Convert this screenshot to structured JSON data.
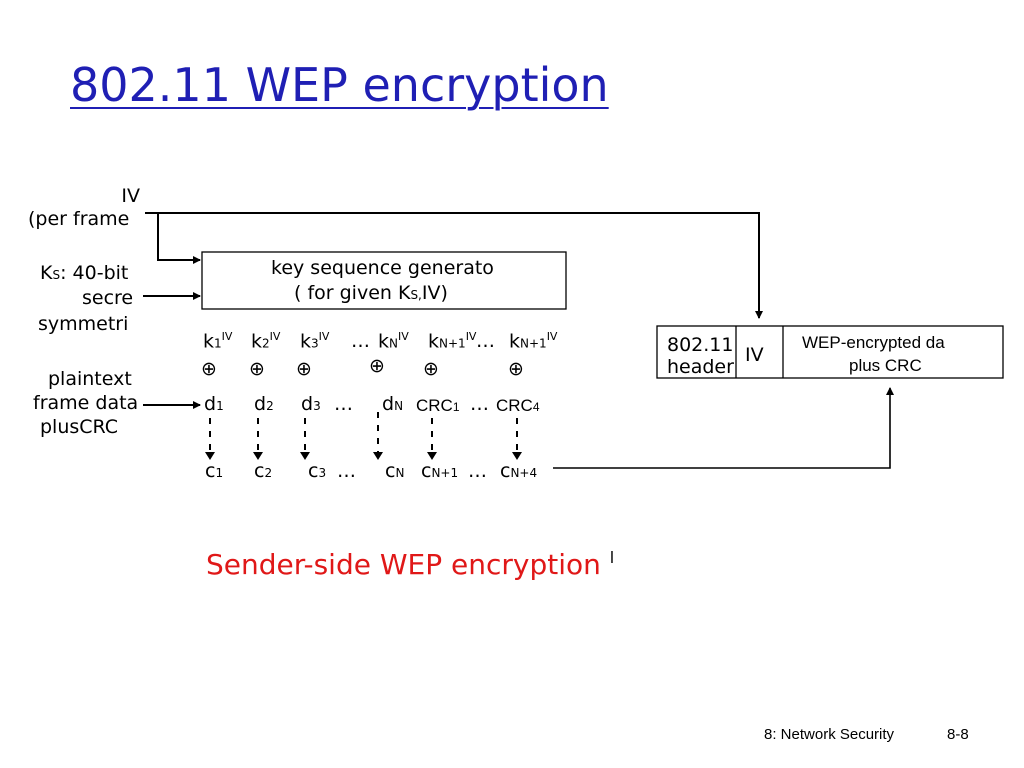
{
  "title": "802.11 WEP encryption",
  "inputs": {
    "iv_line1": "IV",
    "iv_line2": "(per frame",
    "ks_k": "K",
    "ks_sub": "S",
    "ks_rest": ": 40-bit",
    "ks_line2": "secre",
    "ks_line3": "symmetri",
    "plain_line1": "plaintext",
    "plain_line2": "frame data",
    "plain_line3": "plusCRC"
  },
  "generator": {
    "line1": "key sequence generato",
    "line2_prefix": "( for given K",
    "line2_sub": "S,",
    "line2_suffix": "IV)"
  },
  "keystream": {
    "letter": "k",
    "sup": "IV",
    "subs": [
      "1",
      "2",
      "3",
      "N",
      "N+1",
      "N+1"
    ],
    "ellipsis": "…"
  },
  "xor_symbol": "⊕",
  "data_row": {
    "letter": "d",
    "subs": [
      "1",
      "2",
      "3",
      "N"
    ],
    "crc": "CRC",
    "crc_subs": [
      "1",
      "4"
    ],
    "ellipsis": "…"
  },
  "cipher_row": {
    "letter": "c",
    "subs": [
      "1",
      "2",
      "3",
      "N",
      "N+1",
      "N+4"
    ],
    "ellipsis": "…"
  },
  "frame": {
    "header_line1": "802.11",
    "header_line2": "header",
    "iv": "IV",
    "payload_line1": "WEP-encrypted da",
    "payload_line2": "plus CRC"
  },
  "caption": "Sender-side WEP encryption",
  "caption_mark": "l",
  "footer": {
    "left": "8: Network Security",
    "right": "8-8"
  },
  "colors": {
    "title": "#1f1fb4",
    "caption": "#e01818"
  }
}
